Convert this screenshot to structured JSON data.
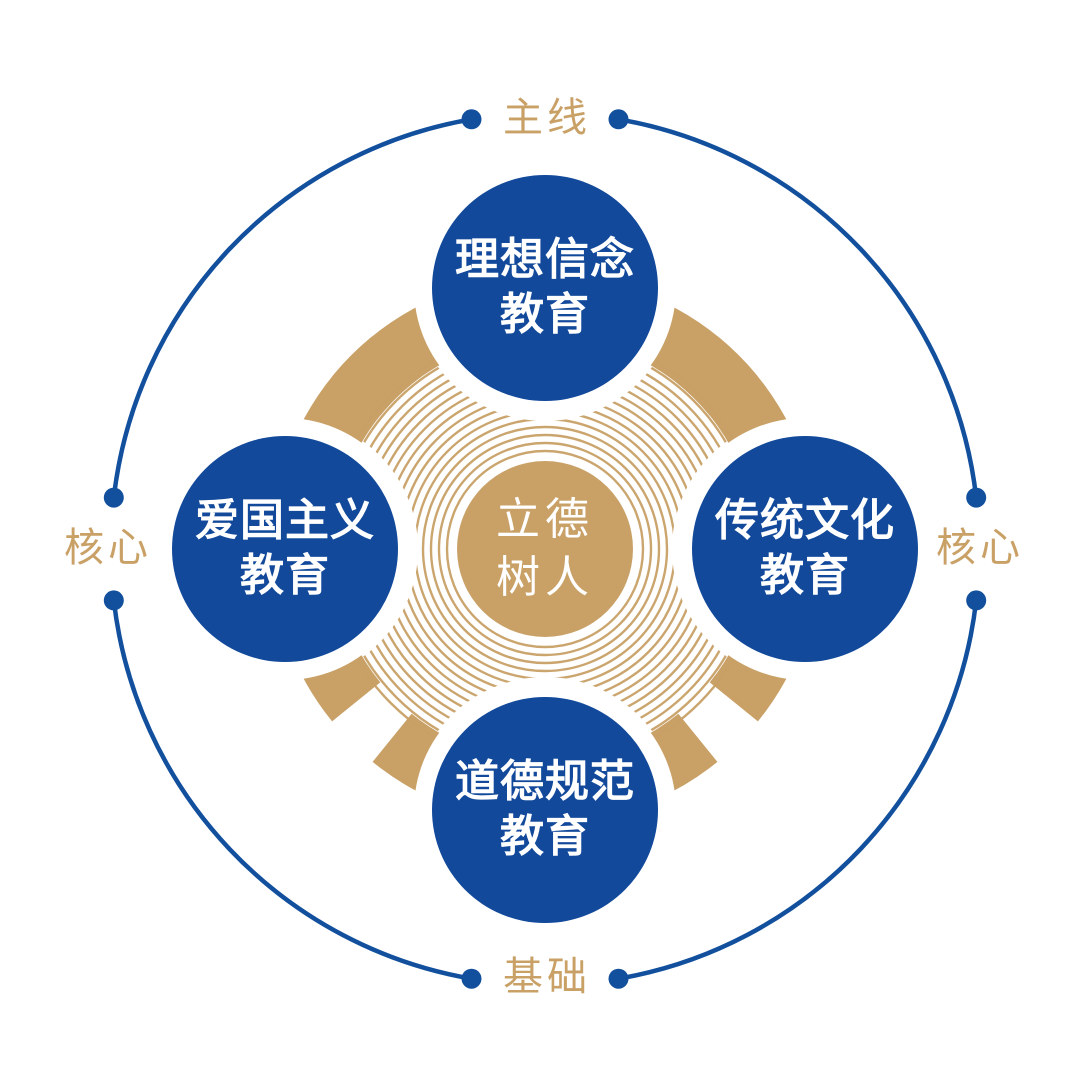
{
  "diagram": {
    "title_center": {
      "line1": "立德",
      "line2": "树人"
    },
    "colors": {
      "blue": "#12499B",
      "blue_arc": "#12509E",
      "gold": "#C9A167",
      "gold_light": "#CFA96F",
      "gold_ring": "#C9A167",
      "background": "#FFFFFF",
      "node_text": "#FFFFFF",
      "center_text": "#FFFFFF",
      "ring_label_text": "#C9A167"
    },
    "ring_labels": [
      {
        "id": "top",
        "text": "主线"
      },
      {
        "id": "left",
        "text": "核心"
      },
      {
        "id": "right",
        "text": "核心"
      },
      {
        "id": "bottom",
        "text": "基础"
      }
    ],
    "nodes": [
      {
        "id": "top",
        "line1": "理想信念",
        "line2": "教育"
      },
      {
        "id": "left",
        "line1": "爱国主义",
        "line2": "教育"
      },
      {
        "id": "right",
        "line1": "传统文化",
        "line2": "教育"
      },
      {
        "id": "bottom",
        "line1": "道德规范",
        "line2": "教育"
      }
    ]
  },
  "chart_data": {
    "type": "diagram",
    "layout": "radial-hub-and-spoke",
    "title": "立德树人",
    "center": "立德树人",
    "outer_ring_segments": [
      "主线",
      "核心",
      "核心",
      "基础"
    ],
    "categories": [
      "理想信念教育",
      "爱国主义教育",
      "传统文化教育",
      "道德规范教育"
    ],
    "series": [
      {
        "name": "主线",
        "values": [
          "理想信念教育"
        ]
      },
      {
        "name": "核心",
        "values": [
          "爱国主义教育",
          "传统文化教育"
        ]
      },
      {
        "name": "基础",
        "values": [
          "道德规范教育"
        ]
      }
    ],
    "legend": "none",
    "grid": false
  }
}
